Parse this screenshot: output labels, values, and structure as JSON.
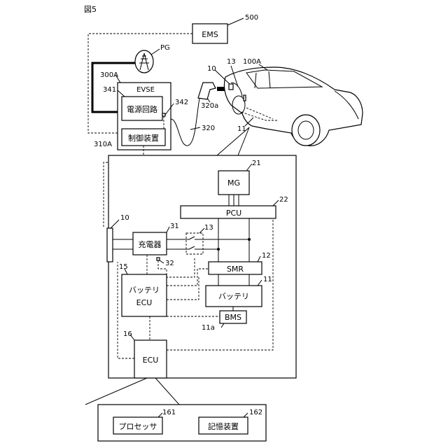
{
  "figure_label": "図5",
  "refs": {
    "ems": "500",
    "pg": "PG",
    "vehicle": "100A",
    "inlet_top": "10",
    "relay_top": "13",
    "evse": "300A",
    "power_circuit": "341",
    "control_device": "310A",
    "connector_line": "342",
    "connector": "320a",
    "cable": "320",
    "battery_top": "11",
    "mg": "21",
    "pcu": "22",
    "inlet": "10",
    "charger": "31",
    "relay": "13",
    "smr": "12",
    "battery_ecu": "15",
    "sensor": "32",
    "battery": "11",
    "bms": "11a",
    "ecu": "16",
    "processor": "161",
    "storage": "162"
  },
  "labels": {
    "ems": "EMS",
    "evse": "EVSE",
    "power_circuit": "電源回路",
    "control_device": "制御装置",
    "mg": "MG",
    "pcu": "PCU",
    "charger": "充電器",
    "smr": "SMR",
    "battery_ecu_line1": "バッテリ",
    "battery_ecu_line2": "ECU",
    "battery": "バッテリ",
    "bms": "BMS",
    "ecu": "ECU",
    "processor": "プロセッサ",
    "storage": "記憶装置"
  }
}
